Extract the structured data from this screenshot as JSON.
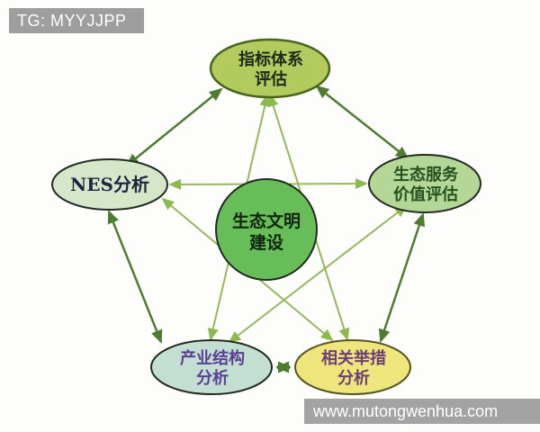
{
  "watermarks": {
    "top_left": "TG: MYYJJPP",
    "bottom_right": "www.mutongwenhua.com"
  },
  "diagram": {
    "center": {
      "line1": "生态文明",
      "line2": "建设",
      "fill": "#67bd58",
      "text_color": "#10240e"
    },
    "nodes": {
      "top": {
        "line1": "指标体系",
        "line2": "评估",
        "fill": "#b3cb5e",
        "text_color": "#1c2a17"
      },
      "left": {
        "line1": "NES分析",
        "fill": "#d6e7c9",
        "text_color": "#1c2440"
      },
      "right": {
        "line1": "生态服务",
        "line2": "价值评估",
        "fill": "#b4d797",
        "text_color": "#24511d"
      },
      "bottom_left": {
        "line1": "产业结构",
        "line2": "分析",
        "fill": "#c2dfd2",
        "text_color": "#5a3f94"
      },
      "bottom_right": {
        "line1": "相关举措",
        "line2": "分析",
        "fill": "#eee67d",
        "text_color": "#6d3f72"
      }
    },
    "arrow_colors": {
      "pentagon_edges": "#4e7d31",
      "pentagram_edges": "#96b85c"
    }
  }
}
